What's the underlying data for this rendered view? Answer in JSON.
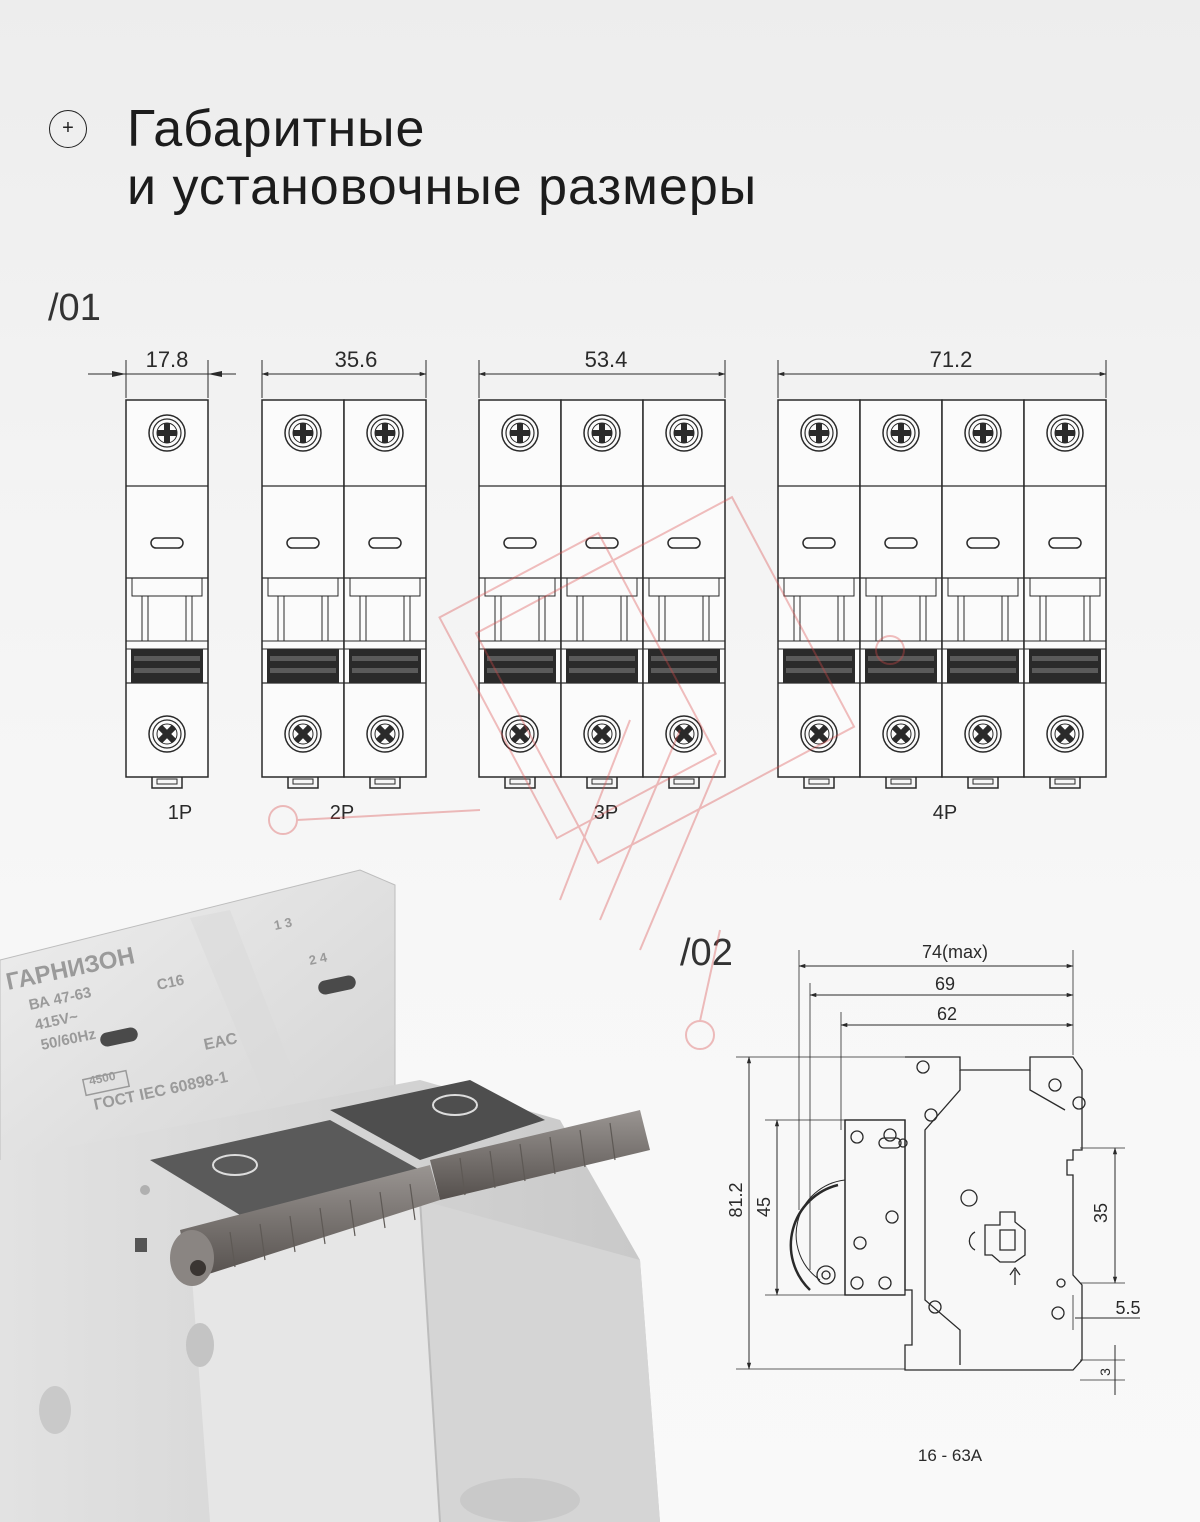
{
  "header": {
    "icon": "plus-icon",
    "title_line1": "Габаритные",
    "title_line2": "и установочные размеры"
  },
  "section1": {
    "label": "/01",
    "widths": [
      "17.8",
      "35.6",
      "53.4",
      "71.2"
    ],
    "poles": [
      "1P",
      "2P",
      "3P",
      "4P"
    ]
  },
  "section2": {
    "label": "/02",
    "dims": {
      "max_depth": "74(max)",
      "depth_69": "69",
      "depth_62": "62",
      "height": "81.2",
      "handle_45": "45",
      "rail_35": "35",
      "offset_5_5": "5.5",
      "foot_3": "3"
    },
    "current_range": "16 - 63A"
  },
  "product": {
    "brand": "ГАРНИЗОН",
    "model": "ВА 47-63",
    "voltage": "415V~",
    "frequency": "50/60Hz",
    "curve": "C16",
    "breaking_capacity": "4500",
    "standard": "ГОСТ IEC 60898-1",
    "mark": "EAC",
    "terminals_top": "1 3",
    "terminals_bottom": "2 4"
  },
  "colors": {
    "line": "#2a2a2a",
    "body": "#e4e4e4",
    "handle": "#7a7572",
    "window": "#4a4a4a",
    "watermark": "#d94848"
  }
}
